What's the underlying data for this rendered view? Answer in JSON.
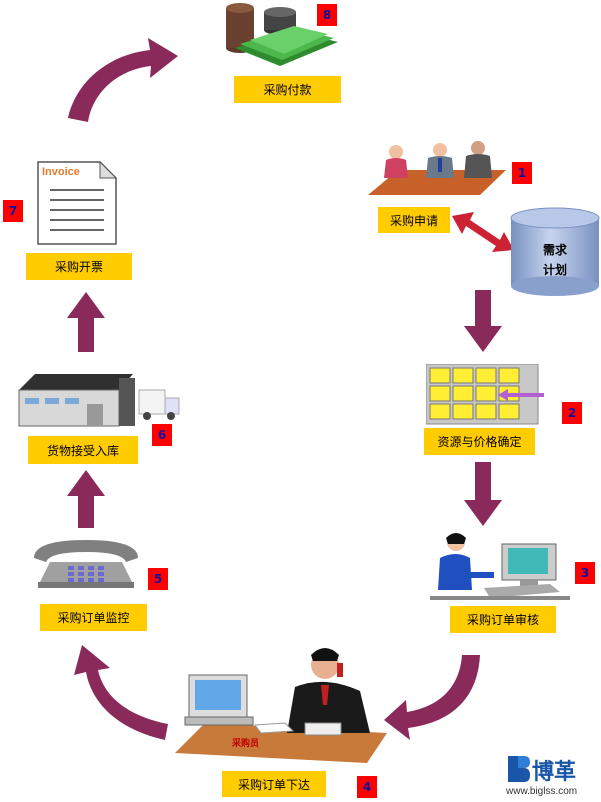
{
  "steps": [
    {
      "number": "1",
      "label": "采购申请"
    },
    {
      "number": "2",
      "label": "资源与价格确定"
    },
    {
      "number": "3",
      "label": "采购订单审核"
    },
    {
      "number": "4",
      "label": "采购订单下达"
    },
    {
      "number": "5",
      "label": "采购订单监控"
    },
    {
      "number": "6",
      "label": "货物接受入库"
    },
    {
      "number": "7",
      "label": "采购开票"
    },
    {
      "number": "8",
      "label": "采购付款"
    }
  ],
  "demand_plan": {
    "line1": "需求",
    "line2": "计划"
  },
  "invoice_heading": "Invoice",
  "desk_sign": "采购员",
  "brand": {
    "name": "博革",
    "url": "www.biglss.com"
  },
  "colors": {
    "label_bg": "#ffcc00",
    "badge_bg": "#ff0000",
    "badge_text": "#1010a0",
    "arrow": "#8a2a5a",
    "double_arrow": "#cc2233",
    "cylinder": "#9ab0d8"
  }
}
